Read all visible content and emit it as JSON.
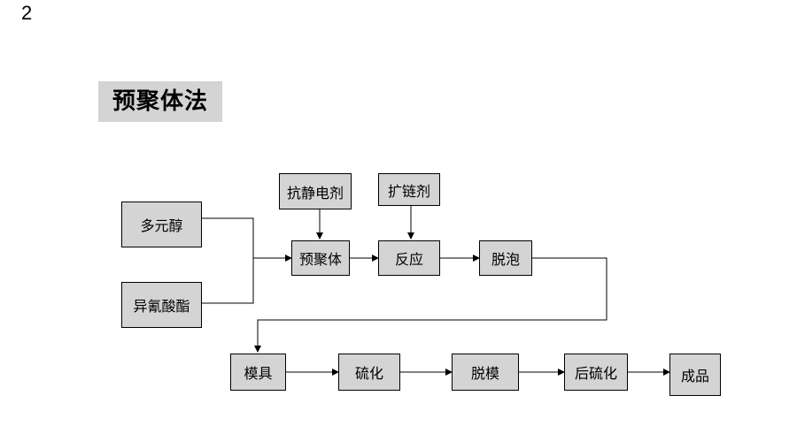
{
  "page_number": "2",
  "title": "预聚体法",
  "nodes": {
    "polyol": "多元醇",
    "isocyanate": "异氰酸酯",
    "antistatic": "抗静电剂",
    "chain_extender": "扩链剂",
    "prepolymer": "预聚体",
    "reaction": "反应",
    "degassing1": "脱泡",
    "mold": "模具",
    "curing": "硫化",
    "demold": "脱模",
    "post_curing": "后硫化",
    "product": "成品"
  }
}
